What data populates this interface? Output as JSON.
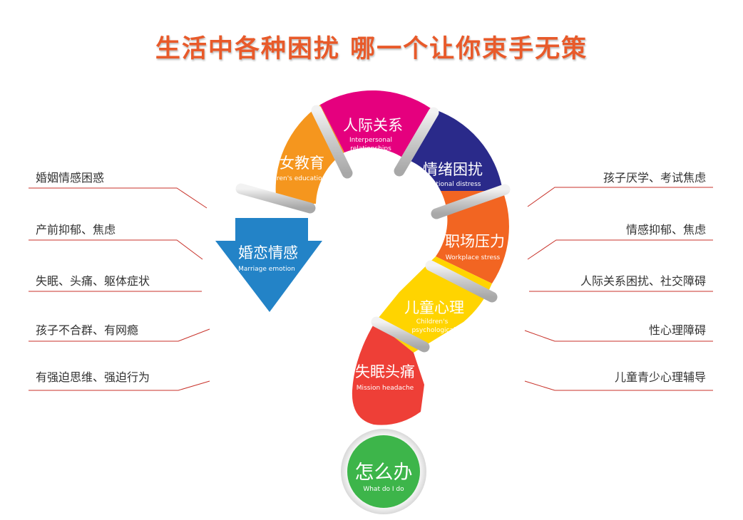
{
  "title": "生活中各种困扰  哪一个让你束手无策",
  "left_items": [
    "婚姻情感困惑",
    "产前抑郁、焦虑",
    "失眠、头痛、躯体症状",
    "孩子不合群、有网瘾",
    "有强迫思维、强迫行为"
  ],
  "right_items": [
    "孩子厌学、考试焦虑",
    "情感抑郁、焦虑",
    "人际关系困扰、社交障碍",
    "性心理障碍",
    "儿童青少心理辅导"
  ],
  "segments": {
    "marriage": {
      "cn": "婚恋情感",
      "en": "Marriage emotion",
      "color": "#2383c7"
    },
    "children_edu": {
      "cn": "子女教育",
      "en": "children's education",
      "color": "#f5961e"
    },
    "interpersonal": {
      "cn": "人际关系",
      "en1": "Interpersonal",
      "en2": "relationships",
      "color": "#e5007e"
    },
    "emotional": {
      "cn": "情绪困扰",
      "en": "Emotional distress",
      "color": "#2a2a8a"
    },
    "workplace": {
      "cn": "职场压力",
      "en": "Workplace stress",
      "color": "#f26522"
    },
    "children_psy": {
      "cn": "儿童心理",
      "en1": "Children's",
      "en2": "psychological",
      "color": "#ffd400"
    },
    "insomnia": {
      "cn": "失眠头痛",
      "en": "Mission headache",
      "color": "#ee3f37"
    }
  },
  "center": {
    "cn": "怎么办",
    "en": "What do I do",
    "color": "#3db54a"
  },
  "line_color": "#c8322a"
}
